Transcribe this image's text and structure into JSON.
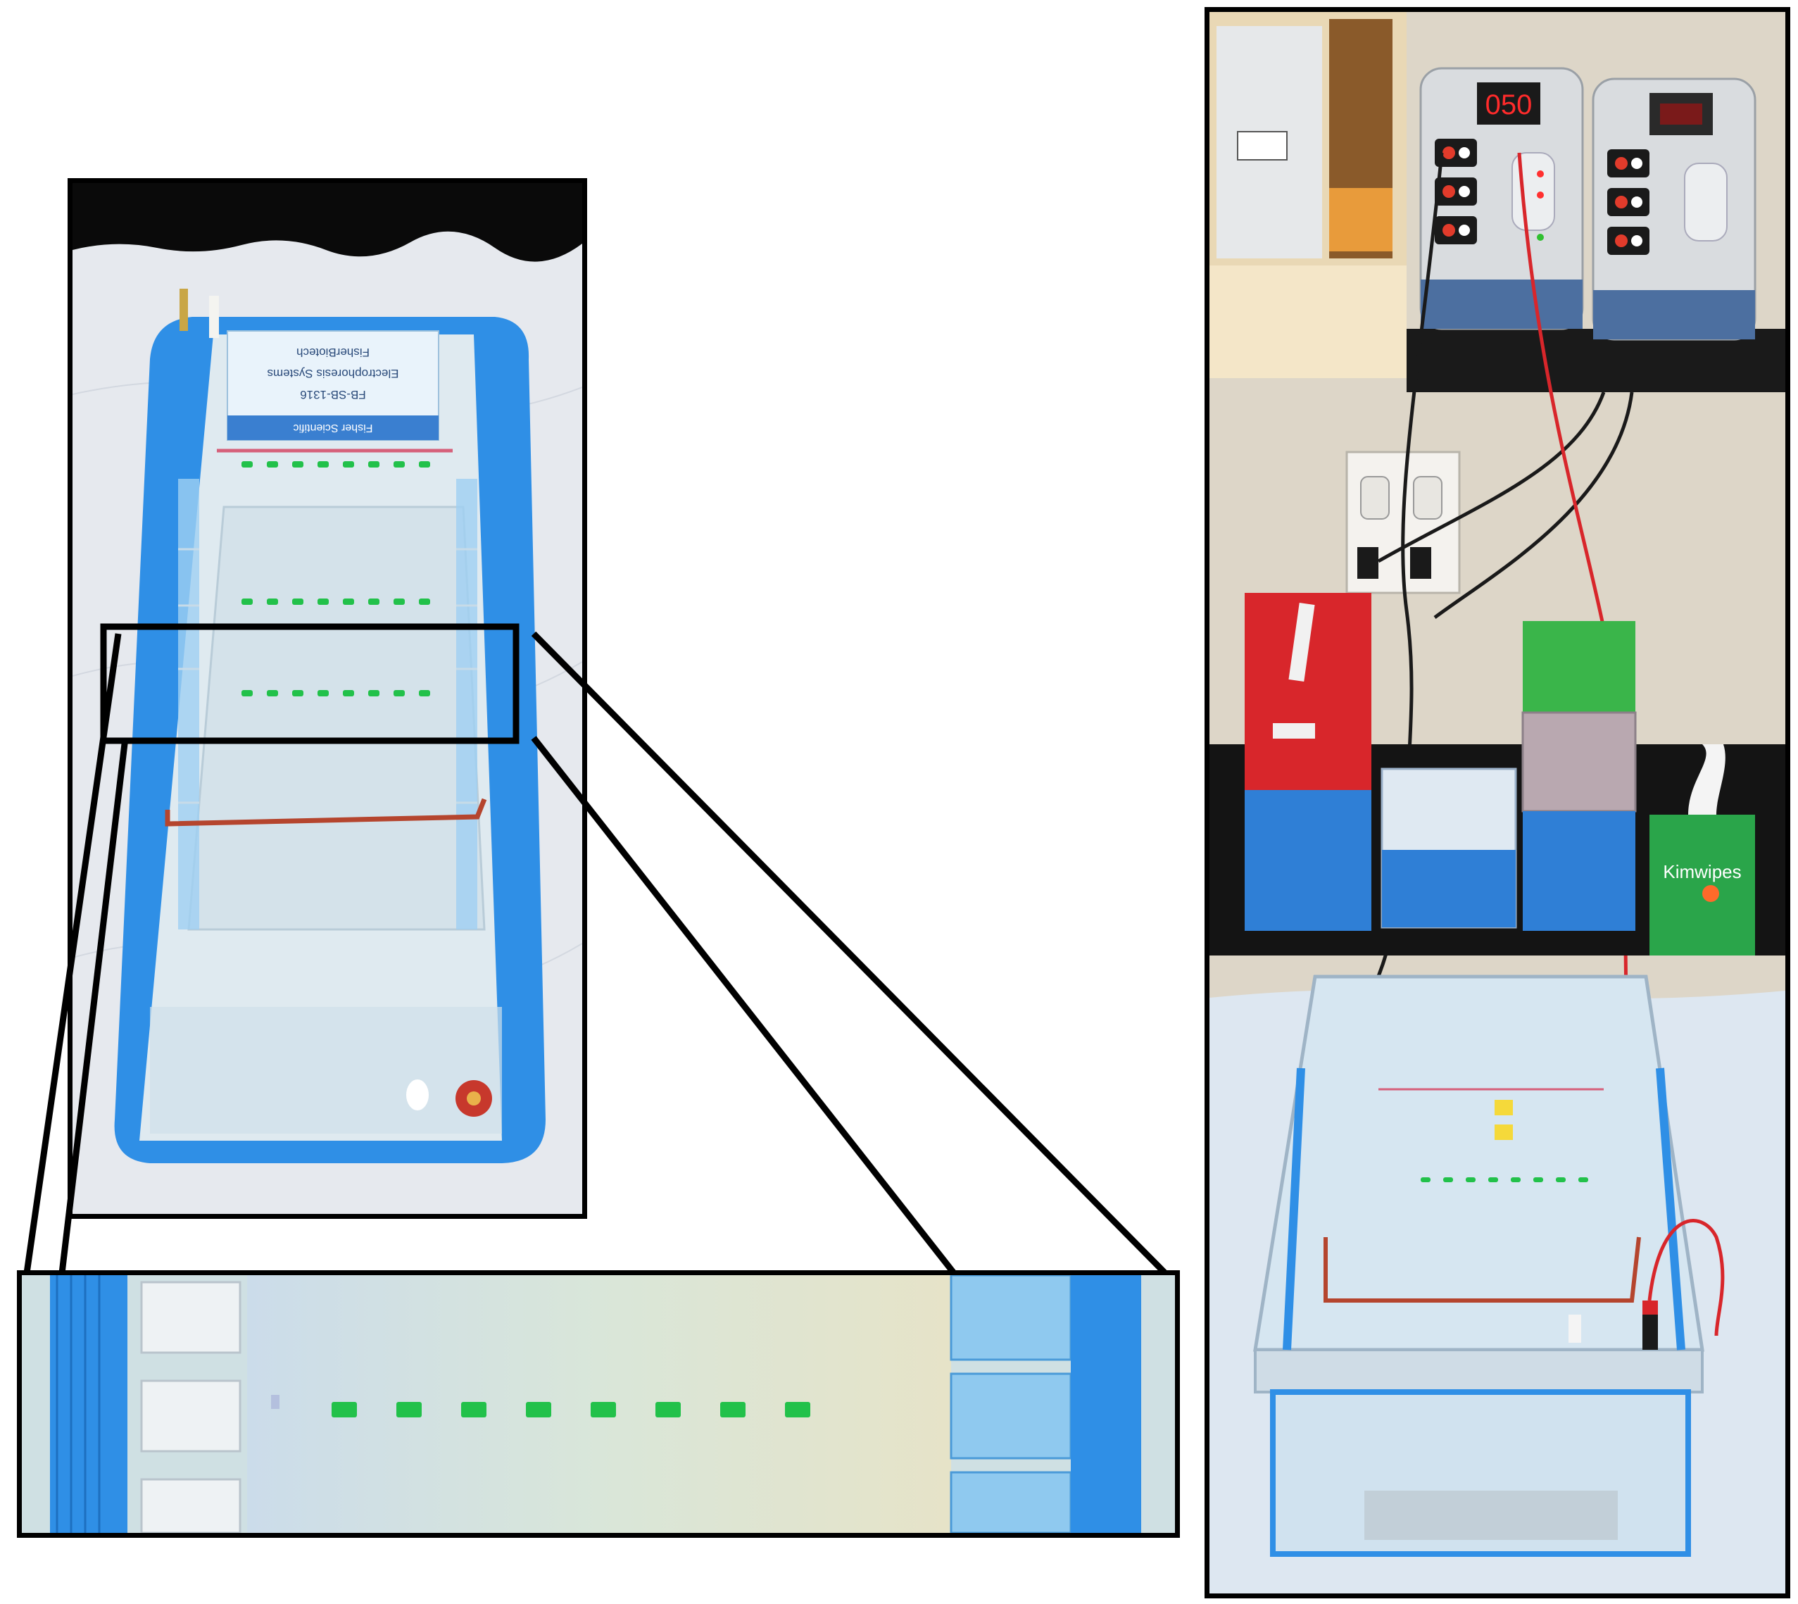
{
  "figure": {
    "panels": [
      "top-down-gel-box-photo",
      "zoomed-wells-photo",
      "powered-setup-photo"
    ]
  },
  "gel_box_label": {
    "line1": "FisherBiotech",
    "line2": "Electrophoresis Systems",
    "line3": "FB-SB-1316",
    "brand": "Fisher Scientific"
  },
  "power_supply_left": {
    "display": "050"
  },
  "kimwipes_box": {
    "label": "Kimwipes"
  },
  "bands": {
    "top_panel_rows": 3,
    "lanes_per_row": 8,
    "zoom_lanes": 8,
    "color": "#22c14a"
  },
  "colors": {
    "gel_tray_blue": "#2f8fe6",
    "buffer_light": "#dfeaf0",
    "electrode_red": "#b5452e",
    "tip_box_red": "#d8262b",
    "tip_box_green": "#3ab54a",
    "tip_box_blue": "#2f7fd6"
  }
}
